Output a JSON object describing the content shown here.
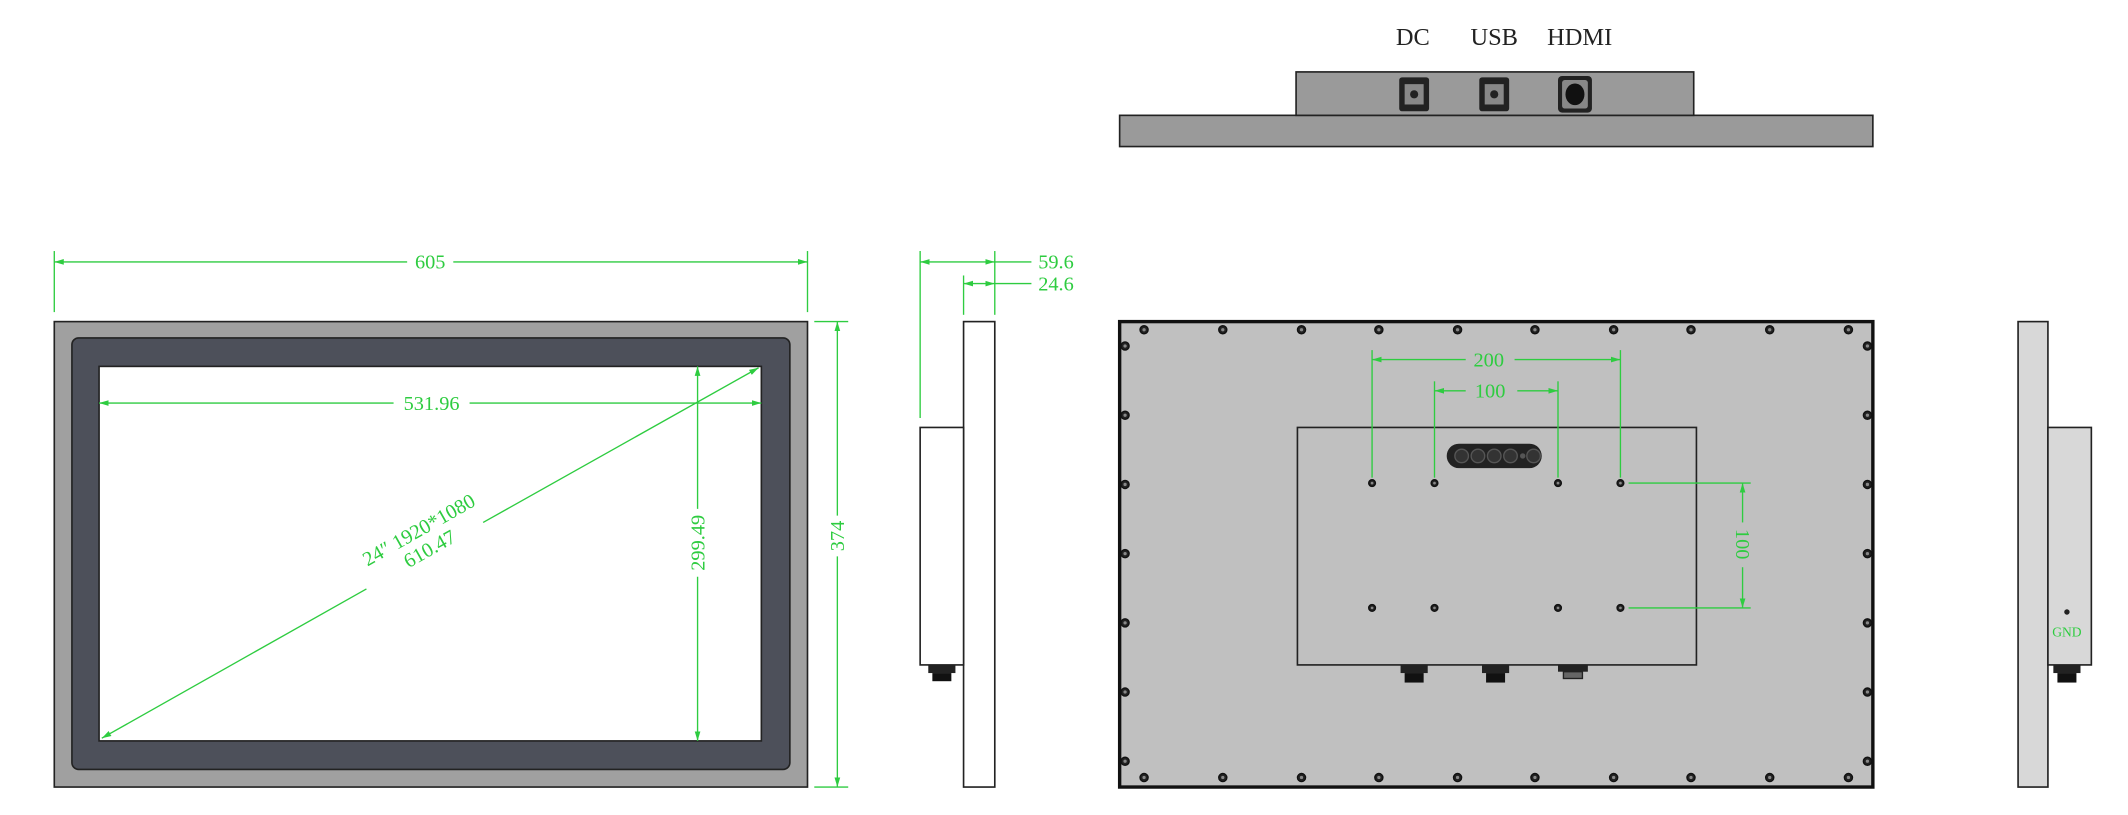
{
  "colors": {
    "dimension": "#2ecc40",
    "frame": "#a0a0a0",
    "bezel": "#4d505a",
    "back_panel": "#c0c0c0",
    "side": "#d8d8d8"
  },
  "front_view": {
    "width": "605",
    "height": "374",
    "active_width": "531.96",
    "active_height": "299.49",
    "diagonal_spec": "24″ 1920*1080",
    "diagonal": "610.47"
  },
  "side_view": {
    "total_depth": "59.6",
    "frame_depth": "24.6"
  },
  "top_view": {
    "ports": [
      "DC",
      "USB",
      "HDMI"
    ]
  },
  "back_view": {
    "vesa_outer": "200",
    "vesa_inner": "100",
    "vesa_vertical": "100"
  },
  "right_view": {
    "ground_label": "GND"
  }
}
